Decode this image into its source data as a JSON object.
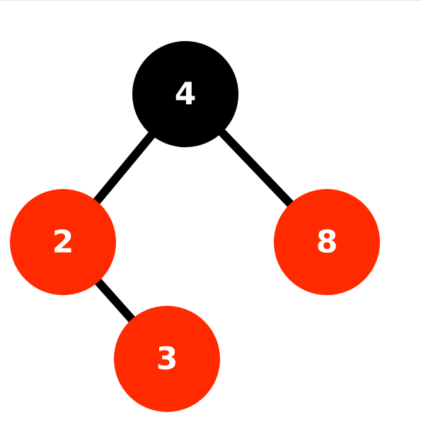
{
  "tree": {
    "nodes": [
      {
        "id": "n4",
        "label": "4",
        "color": "black",
        "fill": "#000000"
      },
      {
        "id": "n2",
        "label": "2",
        "color": "red",
        "fill": "#ff2a00"
      },
      {
        "id": "n8",
        "label": "8",
        "color": "red",
        "fill": "#ff2a00"
      },
      {
        "id": "n3",
        "label": "3",
        "color": "red",
        "fill": "#ff2a00"
      }
    ],
    "edges": [
      {
        "from": "n4",
        "to": "n2"
      },
      {
        "from": "n4",
        "to": "n8"
      },
      {
        "from": "n2",
        "to": "n3"
      }
    ],
    "edge_color": "#000000"
  }
}
